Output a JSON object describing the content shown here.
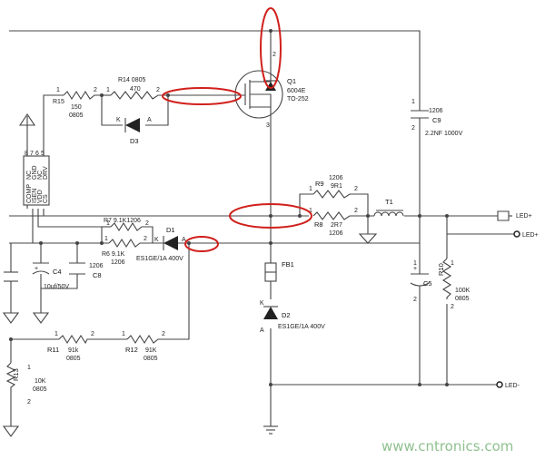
{
  "components": {
    "q1": {
      "ref": "Q1",
      "part": "6004E",
      "pkg": "TO-252",
      "pin2": "2",
      "pin3": "3"
    },
    "r14": {
      "ref": "R14",
      "size": "0805",
      "value": "470",
      "pin1": "1",
      "pin2": "2"
    },
    "r15": {
      "ref": "R15",
      "value": "150",
      "size": "0805",
      "pin1": "1",
      "pin2": "2"
    },
    "d3": {
      "ref": "D3",
      "k": "K",
      "a": "A"
    },
    "c9": {
      "ref": "C9",
      "size": "1206",
      "value": "2.2NF 1000V",
      "pin1": "1",
      "pin2": "2"
    },
    "r9": {
      "ref": "R9",
      "size": "1206",
      "value": "9R1",
      "pin1": "1",
      "pin2": "2"
    },
    "r8": {
      "ref": "R8",
      "value": "2R7",
      "size": "1206",
      "pin1": "1",
      "pin2": "2"
    },
    "t1": {
      "ref": "T1"
    },
    "r7": {
      "ref": "R7",
      "value": "9.1K",
      "size": "1206",
      "pin1": "1",
      "pin2": "2"
    },
    "r6": {
      "ref": "R6",
      "value": "9.1K",
      "size": "1206",
      "pin1": "1",
      "pin2": "2"
    },
    "d1": {
      "ref": "D1",
      "part": "ES1GE/1A 400V",
      "k": "K",
      "a": "A"
    },
    "c8": {
      "ref": "C8",
      "size": "1206"
    },
    "c4": {
      "ref": "C4",
      "value": "10uf/50V"
    },
    "fb1": {
      "ref": "FB1"
    },
    "c5": {
      "ref": "C5",
      "pin1": "1",
      "pin2": "2"
    },
    "r10": {
      "ref": "R10",
      "value": "100K",
      "size": "0805",
      "pin1": "1",
      "pin2": "2"
    },
    "d2": {
      "ref": "D2",
      "part": "ES1GE/1A 400V",
      "k": "K",
      "a": "A"
    },
    "r11": {
      "ref": "R11",
      "value": "91k",
      "size": "0805",
      "pin1": "1",
      "pin2": "2"
    },
    "r12": {
      "ref": "R12",
      "value": "91K",
      "size": "0805",
      "pin1": "1",
      "pin2": "2"
    },
    "r13": {
      "ref": "R13",
      "value": "10K",
      "size": "0805",
      "pin1": "1",
      "pin2": "2"
    }
  },
  "ic": {
    "pins_left": [
      "COMP",
      "ISEN",
      "VDD",
      "CS"
    ],
    "pins_right": [
      "NC",
      "GND",
      "NC",
      "DRV"
    ],
    "num_top": [
      "8",
      "7",
      "6",
      "5"
    ]
  },
  "nets": {
    "led_plus_1": "LED+",
    "led_plus_2": "LED+",
    "led_minus": "LED-"
  },
  "misc": {
    "c_left_mark": "+",
    "c_left2_mark": "+"
  },
  "watermark": "www.cntronics.com"
}
